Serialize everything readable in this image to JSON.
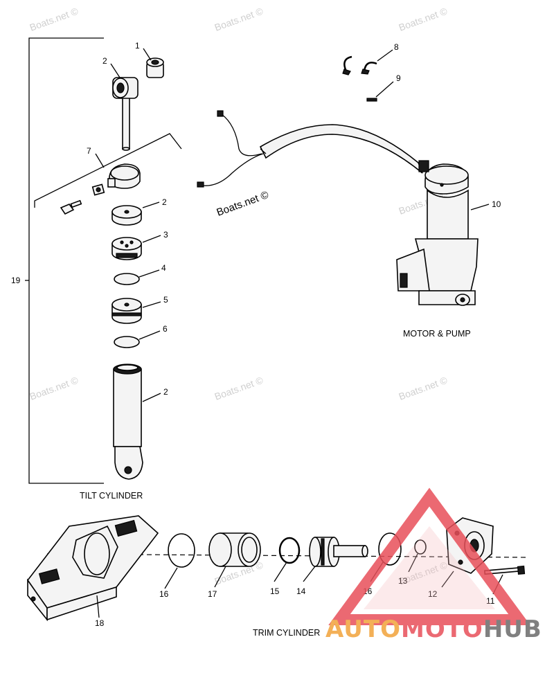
{
  "watermark": "Boats.net ©",
  "captions": {
    "tilt": "TILT CYLINDER",
    "motor": "MOTOR & PUMP",
    "trim": "TRIM CYLINDER"
  },
  "callouts": {
    "c1": "1",
    "c2a": "2",
    "c2b": "2",
    "c2c": "2",
    "c3": "3",
    "c4": "4",
    "c5": "5",
    "c6": "6",
    "c7": "7",
    "c8": "8",
    "c9": "9",
    "c10": "10",
    "c11": "11",
    "c12": "12",
    "c13": "13",
    "c14": "14",
    "c15": "15",
    "c16a": "16",
    "c16b": "16",
    "c17": "17",
    "c18": "18",
    "c19": "19"
  },
  "logo": {
    "part1": "AUTO",
    "part2": "MOTO",
    "part3": "HUB",
    "colors": {
      "orange": "#f2a33a",
      "red": "#e8505a",
      "gray": "#6a6a6a"
    }
  }
}
